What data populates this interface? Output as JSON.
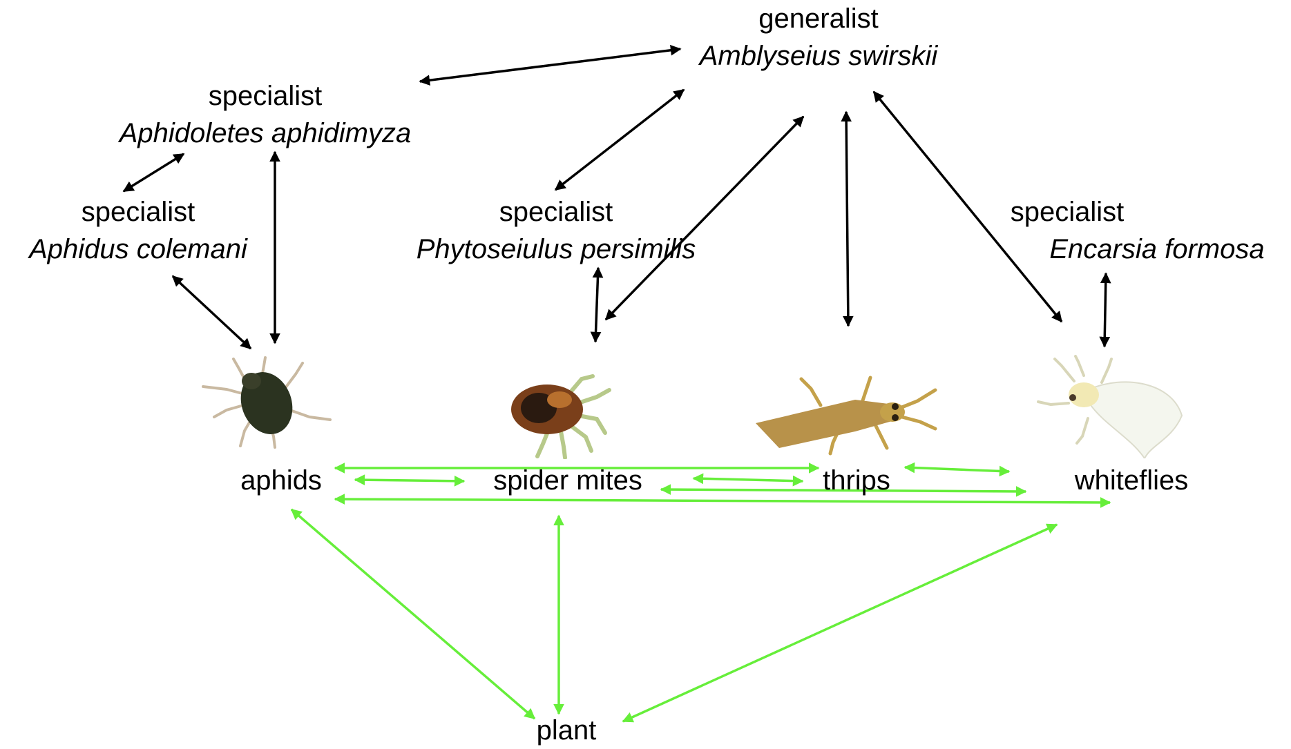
{
  "colors": {
    "enemy_edge": "#000000",
    "herbivore_edge": "#66ee3a",
    "aphid_body": "#2b3320",
    "mite_body": "#7a3f1a",
    "thrips_body": "#c4a14a",
    "whitefly_body": "#f4f6ee"
  },
  "generalist": {
    "role": "generalist",
    "species": "Amblyseius swirskii"
  },
  "specialist_aphidoletes": {
    "role": "specialist",
    "species": "Aphidoletes aphidimyza"
  },
  "specialist_aphidius": {
    "role": "specialist",
    "species": "Aphidus colemani"
  },
  "specialist_phytoseiulus": {
    "role": "specialist",
    "species": "Phytoseiulus persimilis"
  },
  "specialist_encarsia": {
    "role": "specialist",
    "species": "Encarsia formosa"
  },
  "herbivores": {
    "aphids": "aphids",
    "spider_mites": "spider mites",
    "thrips": "thrips",
    "whiteflies": "whiteflies"
  },
  "plant": "plant",
  "icons": [
    "aphid-icon",
    "spider-mite-icon",
    "thrips-icon",
    "whitefly-icon"
  ]
}
